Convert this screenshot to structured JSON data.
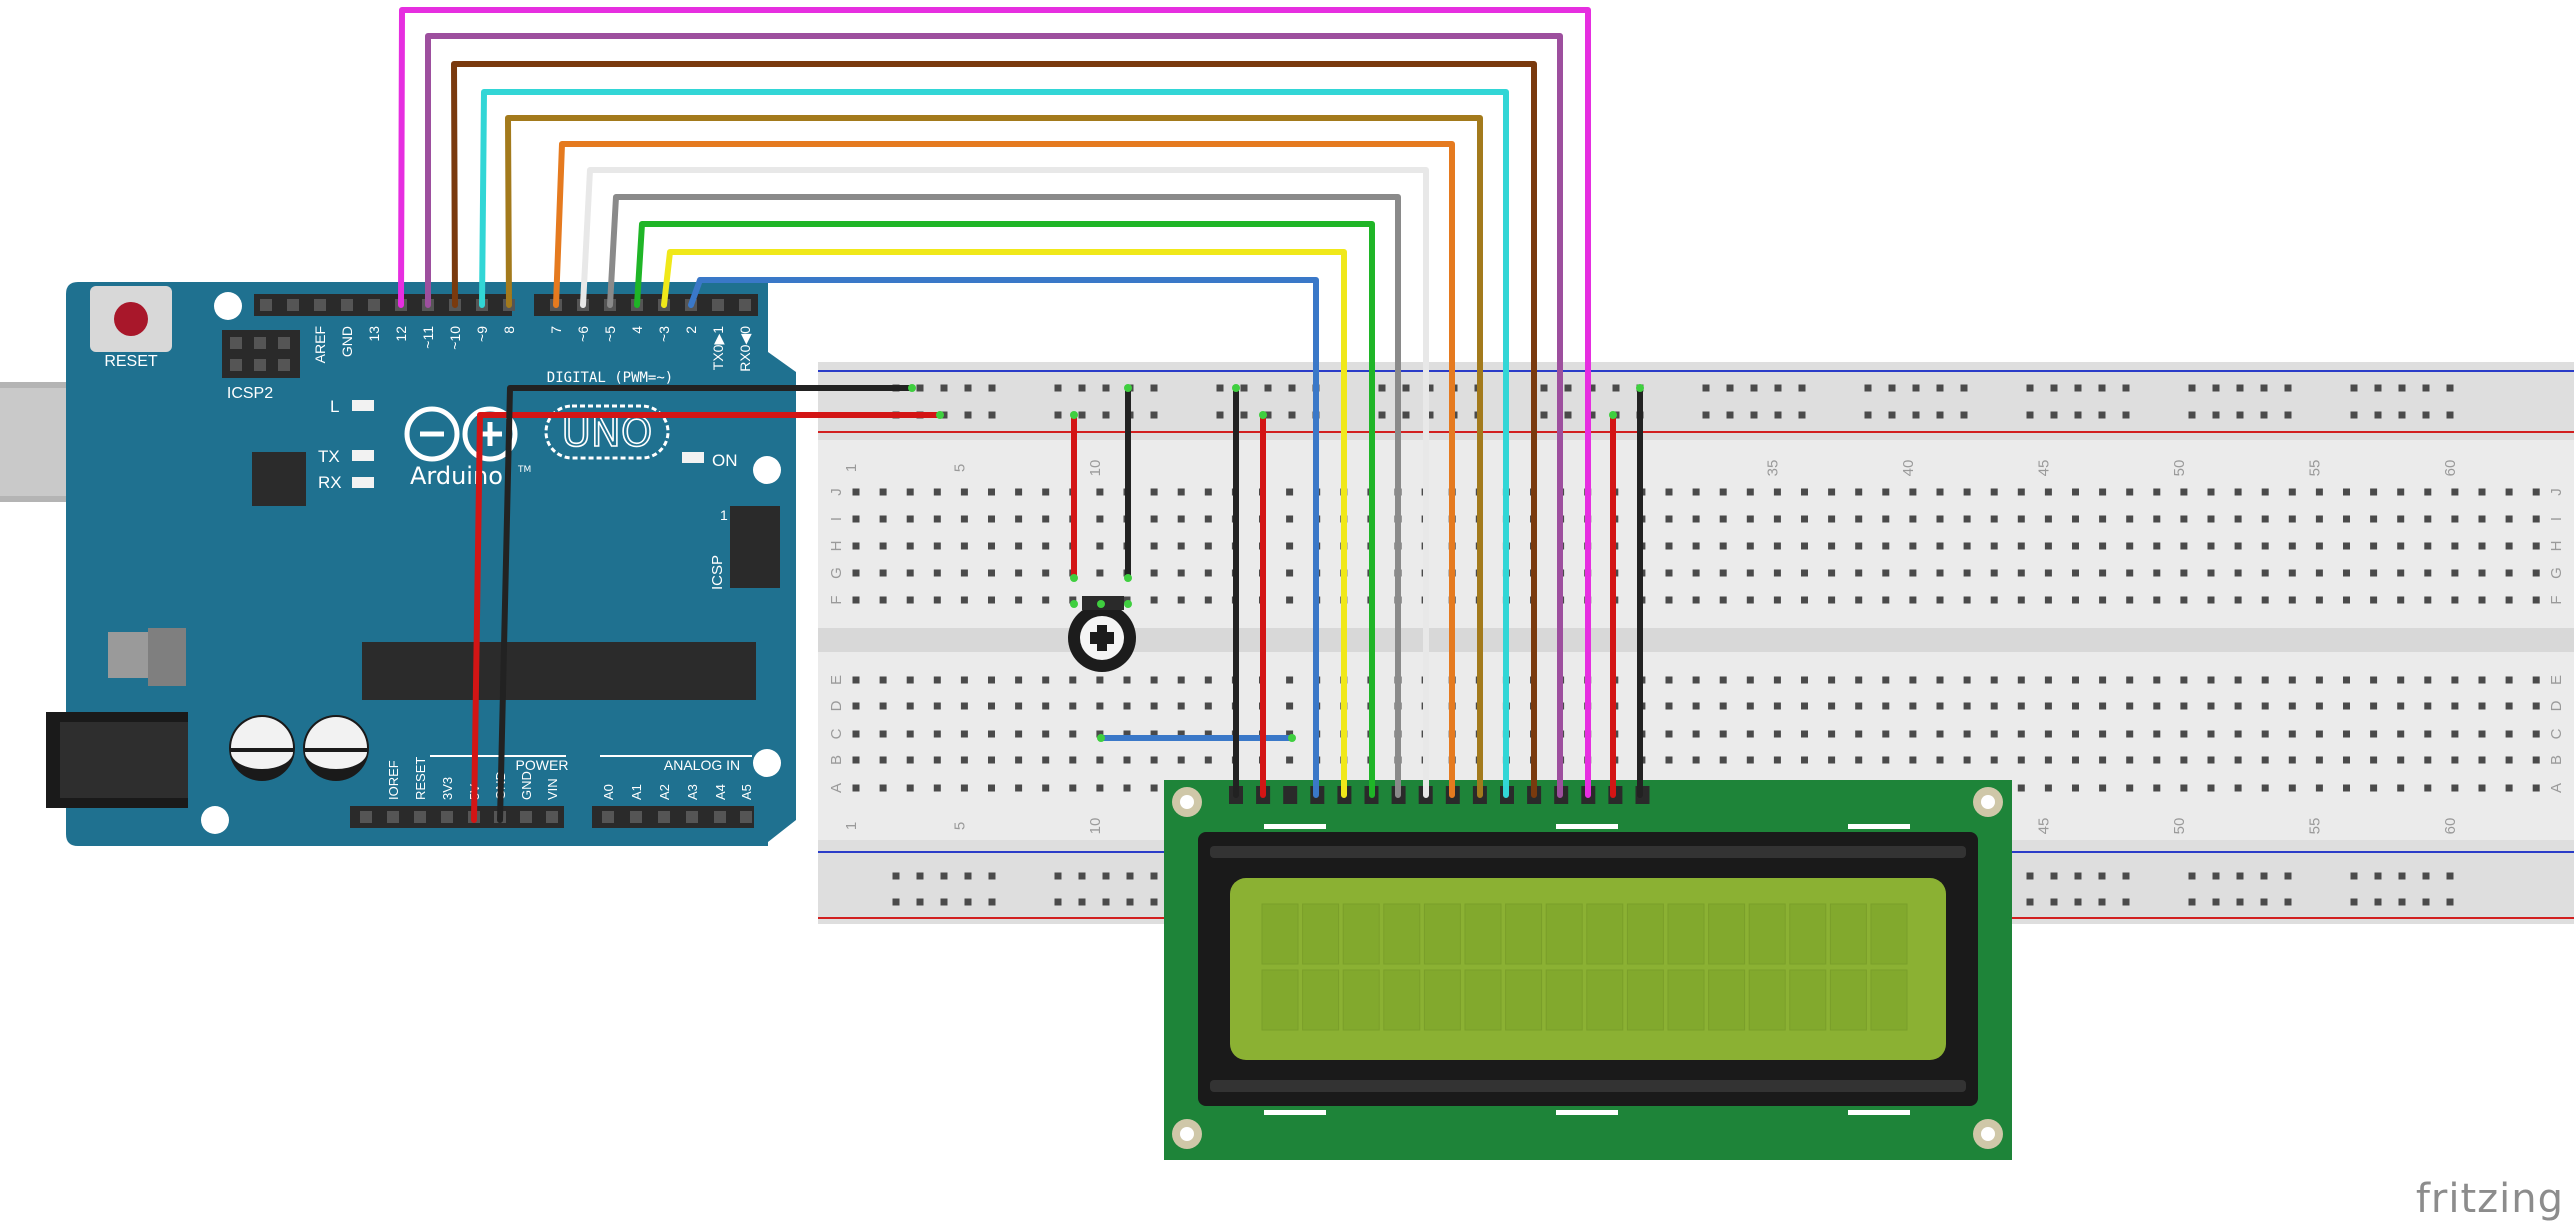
{
  "arduino": {
    "reset_label": "RESET",
    "icsp2_label": "ICSP2",
    "icsp_label": "ICSP",
    "icsp_pin1": "1",
    "digital_label": "DIGITAL (PWM=~)",
    "digital_pins": [
      "AREF",
      "GND",
      "13",
      "12",
      "~11",
      "~10",
      "~9",
      "8",
      "7",
      "~6",
      "~5",
      "4",
      "~3",
      "2",
      "TX0▶1",
      "RX0◀0"
    ],
    "led_l": "L",
    "led_tx": "TX",
    "led_rx": "RX",
    "led_on": "ON",
    "logo_uno": "UNO",
    "logo_brand": "Arduino",
    "logo_tm": "TM",
    "power_label": "POWER",
    "power_pins": [
      "IOREF",
      "RESET",
      "3V3",
      "5V",
      "GND",
      "GND",
      "VIN"
    ],
    "analog_label": "ANALOG IN",
    "analog_pins": [
      "A0",
      "A1",
      "A2",
      "A3",
      "A4",
      "A5"
    ]
  },
  "breadboard": {
    "top_column_numbers": [
      "1",
      "5",
      "10",
      "35",
      "40",
      "45",
      "50",
      "55",
      "60"
    ],
    "bottom_column_numbers": [
      "1",
      "5",
      "10",
      "45",
      "50",
      "55",
      "60"
    ],
    "top_row_letters": [
      "J",
      "I",
      "H",
      "G",
      "F"
    ],
    "bottom_row_letters": [
      "E",
      "D",
      "C",
      "B",
      "A"
    ]
  },
  "colors": {
    "arduino_board": "#1f7190",
    "lcd_pcb": "#1e8439",
    "lcd_screen": "#8bb133",
    "wire_red": "#d31515",
    "wire_black": "#222222",
    "wire_blue": "#3a78c8",
    "wire_yellow": "#f0e81a",
    "wire_green": "#1fb527",
    "wire_gray": "#8a8a8a",
    "wire_white": "#e8e8e8",
    "wire_orange": "#e57a1f",
    "wire_ochre": "#a37a1c",
    "wire_cyan": "#32d6d6",
    "wire_brown": "#7a3a0e",
    "wire_purple": "#9d4f9e",
    "wire_magenta": "#e62ee0"
  },
  "footer": {
    "brand": "fritzing"
  }
}
